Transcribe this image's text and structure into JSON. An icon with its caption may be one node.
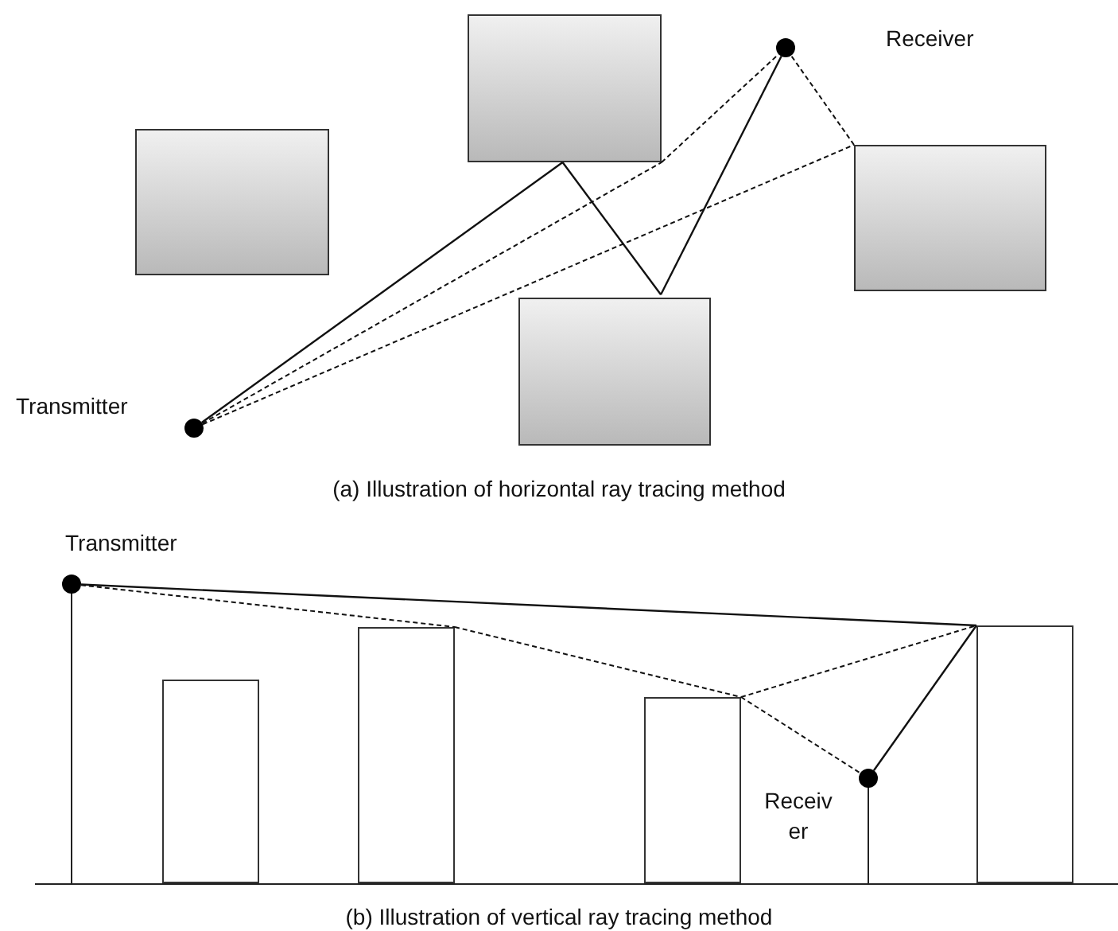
{
  "diagram": {
    "nodes": [
      {
        "text": [],
        "shape": "circle",
        "beside": [
          "Transmitter"
        ]
      },
      {
        "text": [],
        "shape": "circle"
      },
      {
        "text": [],
        "shape": "box"
      },
      {
        "text": [],
        "shape": "box"
      },
      {
        "text": [],
        "shape": "box"
      },
      {
        "text": [],
        "shape": "box"
      },
      {
        "text": [],
        "shape": "circle",
        "beside": [
          "Transmitter"
        ]
      },
      {
        "text": [],
        "shape": "circle",
        "beside": [
          "Receiver"
        ]
      },
      {
        "text": [],
        "shape": "box"
      },
      {
        "text": [],
        "shape": "box"
      },
      {
        "text": [],
        "shape": "box"
      },
      {
        "text": [],
        "shape": "box"
      }
    ],
    "edges": [
      {
        "from": 0,
        "to": 3,
        "arrow": "none"
      },
      {
        "from": 3,
        "to": 4,
        "arrow": "none"
      },
      {
        "from": 4,
        "to": 1,
        "arrow": "none"
      },
      {
        "from": 0,
        "to": 3,
        "arrow": "none",
        "style": "dashed"
      },
      {
        "from": 3,
        "to": 1,
        "arrow": "none",
        "style": "dashed"
      },
      {
        "from": 0,
        "to": 5,
        "arrow": "none",
        "style": "dashed"
      },
      {
        "from": 5,
        "to": 1,
        "arrow": "none",
        "style": "dashed"
      },
      {
        "from": 6,
        "to": 11,
        "arrow": "none"
      },
      {
        "from": 11,
        "to": 7,
        "arrow": "none"
      },
      {
        "from": 6,
        "to": 9,
        "arrow": "none",
        "style": "dashed"
      },
      {
        "from": 9,
        "to": 10,
        "arrow": "none",
        "style": "dashed"
      },
      {
        "from": 10,
        "to": 7,
        "arrow": "none",
        "style": "dashed"
      },
      {
        "from": 10,
        "to": 11,
        "arrow": "none",
        "style": "dashed"
      }
    ],
    "labels": [
      "Receiver",
      "(a) Illustration of horizontal ray tracing method",
      "(b) Illustration of vertical ray tracing method"
    ]
  }
}
